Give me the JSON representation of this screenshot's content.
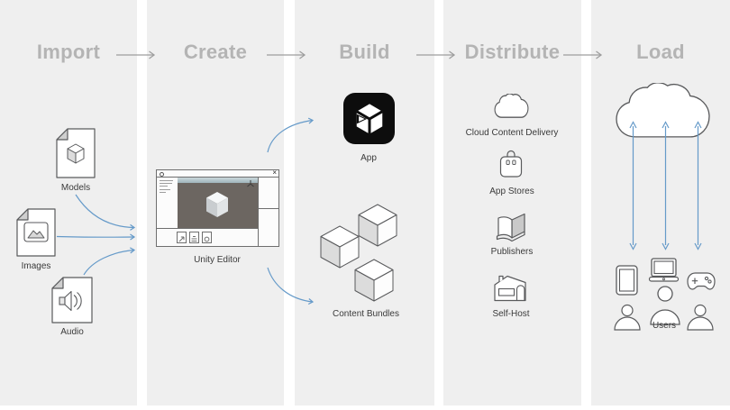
{
  "pipeline": {
    "stages": [
      {
        "label": "Import",
        "items": [
          {
            "label": "Models",
            "icon": "model-file-icon"
          },
          {
            "label": "Images",
            "icon": "image-file-icon"
          },
          {
            "label": "Audio",
            "icon": "audio-file-icon"
          }
        ]
      },
      {
        "label": "Create",
        "items": [
          {
            "label": "Unity Editor",
            "icon": "unity-editor-window"
          }
        ]
      },
      {
        "label": "Build",
        "items": [
          {
            "label": "App",
            "icon": "unity-app-icon"
          },
          {
            "label": "Content Bundles",
            "icon": "content-bundle-cubes"
          }
        ]
      },
      {
        "label": "Distribute",
        "items": [
          {
            "label": "Cloud Content Delivery",
            "icon": "cloud-icon"
          },
          {
            "label": "App Stores",
            "icon": "shopping-bag-icon"
          },
          {
            "label": "Publishers",
            "icon": "open-book-icon"
          },
          {
            "label": "Self-Host",
            "icon": "house-icon"
          }
        ]
      },
      {
        "label": "Load",
        "items": [
          {
            "label": "Users",
            "icon": "users-devices-icons"
          }
        ]
      }
    ]
  },
  "editor_window": {
    "close_label": "×"
  },
  "colors": {
    "column_bg": "#efefef",
    "gap_bg": "#ffffff",
    "heading_text": "#b4b4b4",
    "label_text": "#3a3a3a",
    "arrow_blue": "#659ac9",
    "arrow_gray": "#9e9e9e",
    "icon_stroke": "#595a5c",
    "app_icon_bg": "#0d0d0d",
    "viewport_bg": "#6c6661"
  }
}
